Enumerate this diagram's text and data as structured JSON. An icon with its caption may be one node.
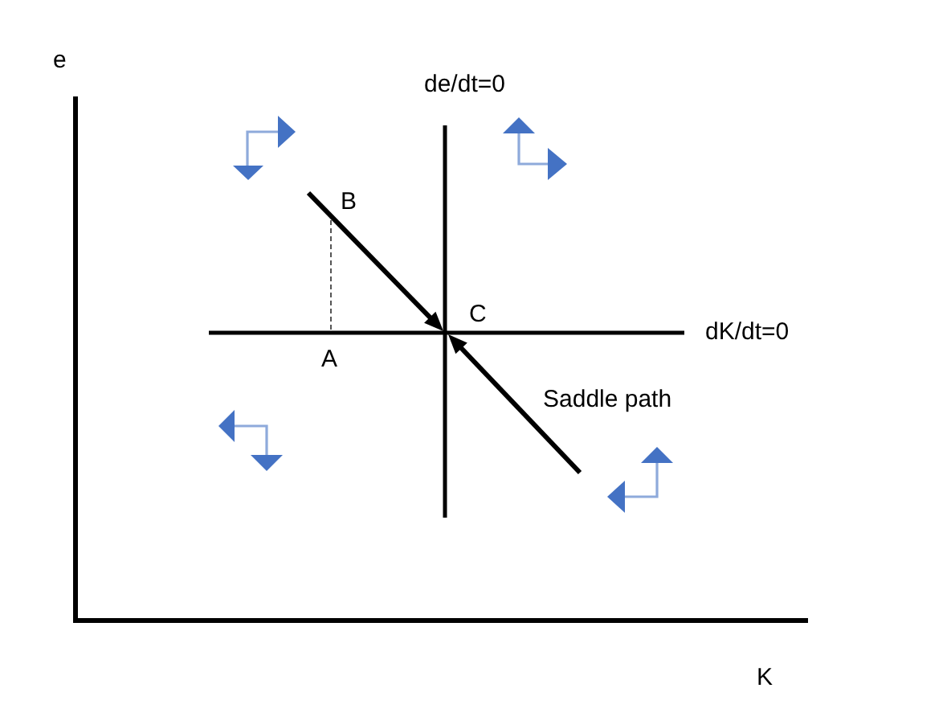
{
  "diagram": {
    "labels": [
      "e",
      "de/dt=0",
      "B",
      "C",
      "dK/dt=0",
      "A",
      "Saddle path",
      "K"
    ]
  }
}
